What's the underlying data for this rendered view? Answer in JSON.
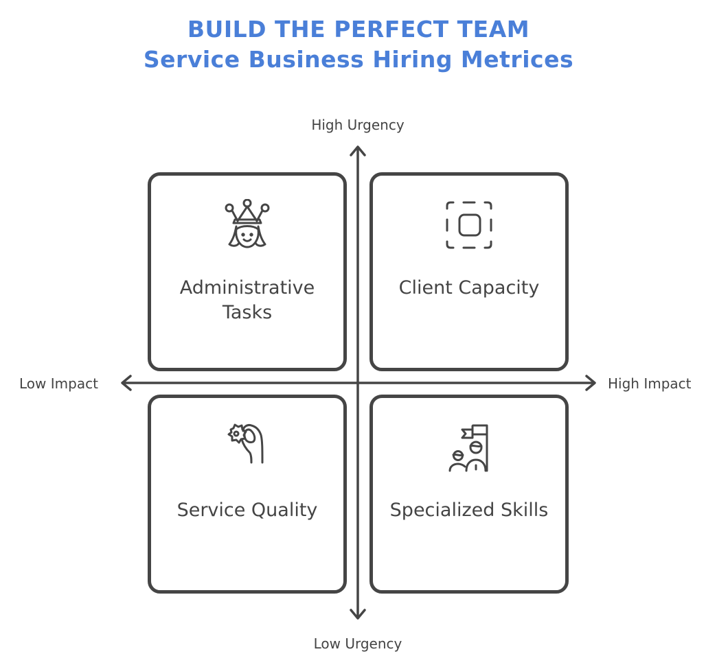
{
  "header": {
    "title_line1": "BUILD THE PERFECT TEAM",
    "title_line2": "Service Business Hiring Metrices",
    "title_color": "#4a7fd8"
  },
  "axes": {
    "top_label": "High Urgency",
    "bottom_label": "Low Urgency",
    "left_label": "Low Impact",
    "right_label": "High Impact",
    "line_color": "#454545"
  },
  "quadrants": [
    {
      "position": "top-left",
      "label": "Administrative Tasks",
      "label_lines": [
        "Administrative",
        "Tasks"
      ],
      "icon": "princess-crown-icon"
    },
    {
      "position": "top-right",
      "label": "Client Capacity",
      "label_lines": [
        "Client Capacity"
      ],
      "icon": "focus-square-icon"
    },
    {
      "position": "bottom-left",
      "label": "Service Quality",
      "label_lines": [
        "Service Quality"
      ],
      "icon": "hand-gear-icon"
    },
    {
      "position": "bottom-right",
      "label": "Specialized Skills",
      "label_lines": [
        "Specialized Skills"
      ],
      "icon": "team-flag-icon"
    }
  ],
  "style": {
    "stroke_color": "#454545",
    "text_color": "#444444",
    "background": "#ffffff"
  }
}
